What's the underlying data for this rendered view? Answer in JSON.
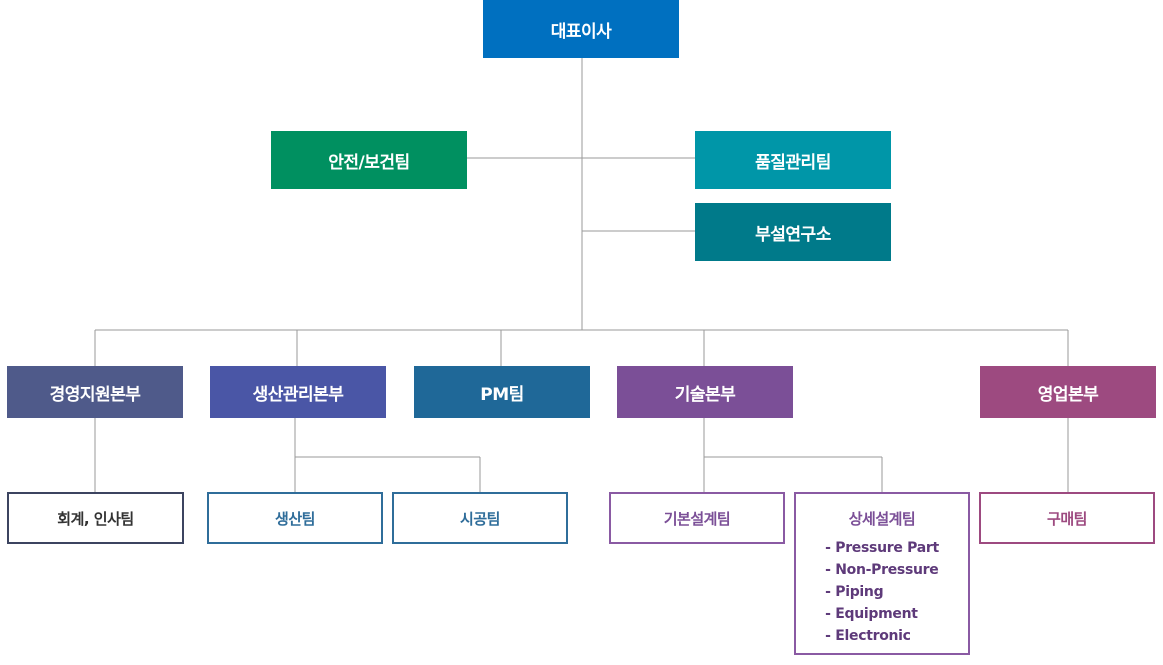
{
  "colors": {
    "ceo": "#0070c0",
    "safety": "#009060",
    "quality": "#0096a8",
    "research": "#007a8a",
    "management": "#4f5a8a",
    "production_div": "#4a56a6",
    "pm": "#1f6898",
    "tech_div": "#7b4f97",
    "sales_div": "#9d4a80",
    "connector": "#9a9a9a"
  },
  "ceo": {
    "label": "대표이사"
  },
  "staff": {
    "safety": "안전/보건팀",
    "quality": "품질관리팀",
    "research": "부설연구소"
  },
  "divisions": [
    {
      "id": "management",
      "label": "경영지원본부"
    },
    {
      "id": "production",
      "label": "생산관리본부"
    },
    {
      "id": "pm",
      "label": "PM팀"
    },
    {
      "id": "tech",
      "label": "기술본부"
    },
    {
      "id": "sales",
      "label": "영업본부"
    }
  ],
  "teams": {
    "accounting_hr": "회계, 인사팀",
    "production": "생산팀",
    "construction": "시공팀",
    "basic_design": "기본설계팀",
    "detail_design": "상세설계팀",
    "purchasing": "구매팀"
  },
  "detail_design_items": [
    "- Pressure Part",
    "- Non-Pressure",
    "- Piping",
    "- Equipment",
    "- Electronic"
  ]
}
